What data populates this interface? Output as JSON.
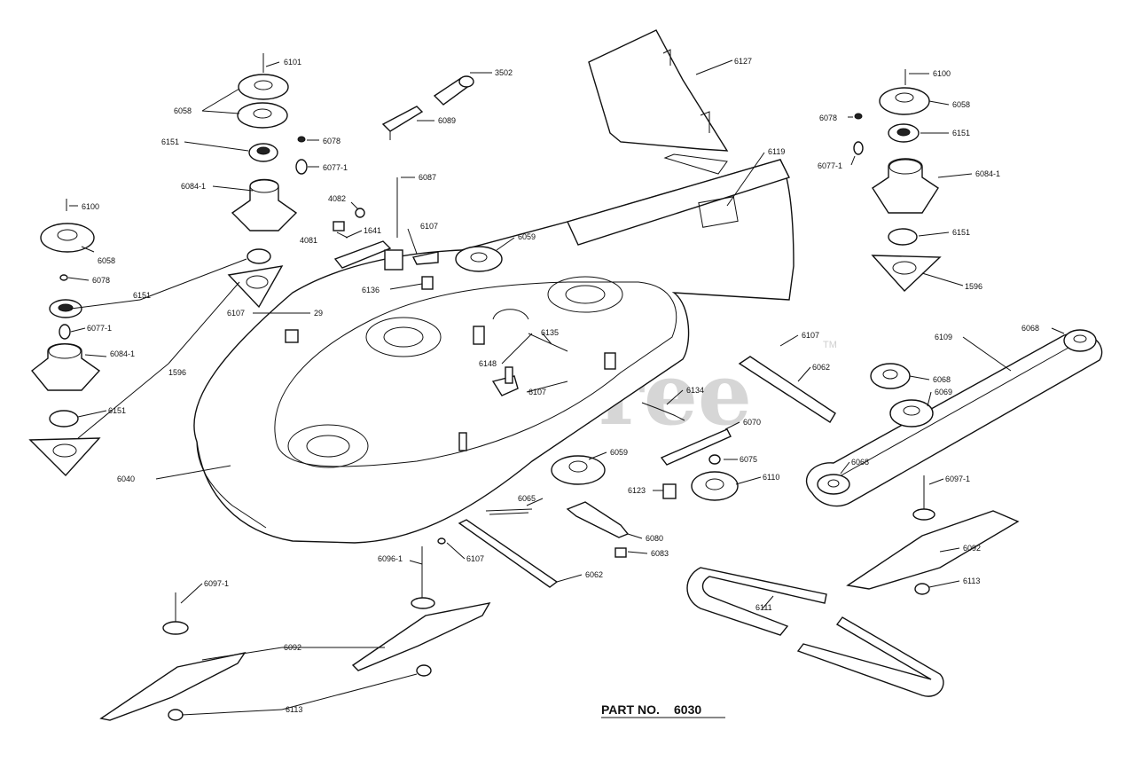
{
  "watermark": {
    "text": "PartsTree",
    "tm": "TM"
  },
  "part_number": {
    "prefix": "PART NO.",
    "value": "6030"
  },
  "callouts": {
    "c6101": "6101",
    "c6058a": "6058",
    "c6151a": "6151",
    "c6078a": "6078",
    "c6077a": "6077-1",
    "c6084a": "6084-1",
    "c6100a": "6100",
    "c6058b": "6058",
    "c6078b": "6078",
    "c6151b": "6151",
    "c6077b": "6077-1",
    "c6084b": "6084-1",
    "c6151c": "6151",
    "c1596a": "1596",
    "c6107a": "6107",
    "c29": "29",
    "c3502": "3502",
    "c6089": "6089",
    "c6087": "6087",
    "c4082": "4082",
    "c4081": "4081",
    "c1641": "1641",
    "c6107b": "6107",
    "c6059a": "6059",
    "c6136": "6136",
    "c6127": "6127",
    "c6119": "6119",
    "c6100b": "6100",
    "c6078c": "6078",
    "c6058c": "6058",
    "c6151d": "6151",
    "c6077c": "6077-1",
    "c6084c": "6084-1",
    "c6151e": "6151",
    "c1596b": "1596",
    "c6135": "6135",
    "c6148": "6148",
    "c6107c": "6107",
    "c6107d": "6107",
    "c6062a": "6062",
    "c6134": "6134",
    "c6070": "6070",
    "c6075": "6075",
    "c6110": "6110",
    "c6123": "6123",
    "c6059b": "6059",
    "c6040": "6040",
    "c6065": "6065",
    "c6080": "6080",
    "c6083": "6083",
    "c6107e": "6107",
    "c6062b": "6062",
    "c6096": "6096-1",
    "c6097a": "6097-1",
    "c6092a": "6092",
    "c6113a": "6113",
    "c6109": "6109",
    "c6068a": "6068",
    "c6068b": "6068",
    "c6069": "6069",
    "c6068c": "6068",
    "c6097b": "6097-1",
    "c6092b": "6092",
    "c6113b": "6113",
    "c6111": "6111"
  }
}
